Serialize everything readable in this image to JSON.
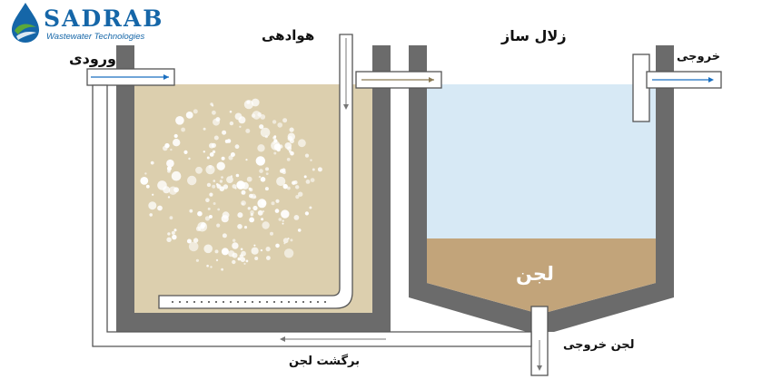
{
  "brand": {
    "name": "SADRAB",
    "tagline": "Wastewater Technologies",
    "colors": {
      "blue": "#1566a8",
      "green": "#5aa83a"
    }
  },
  "labels": {
    "aeration": "هوادهی",
    "clarifier": "زلال ساز",
    "inlet": "ورودی",
    "outlet": "خروجی",
    "sludge": "لجن",
    "sludge_outlet": "لجن خروجی",
    "sludge_return": "برگشت لجن"
  },
  "colors": {
    "tank_wall": "#6b6b6b",
    "mixed_liquor": "#dccfae",
    "clear_water": "#d7e9f5",
    "settled_sludge": "#c2a47a",
    "flow_arrow": "#1a6fc0"
  }
}
